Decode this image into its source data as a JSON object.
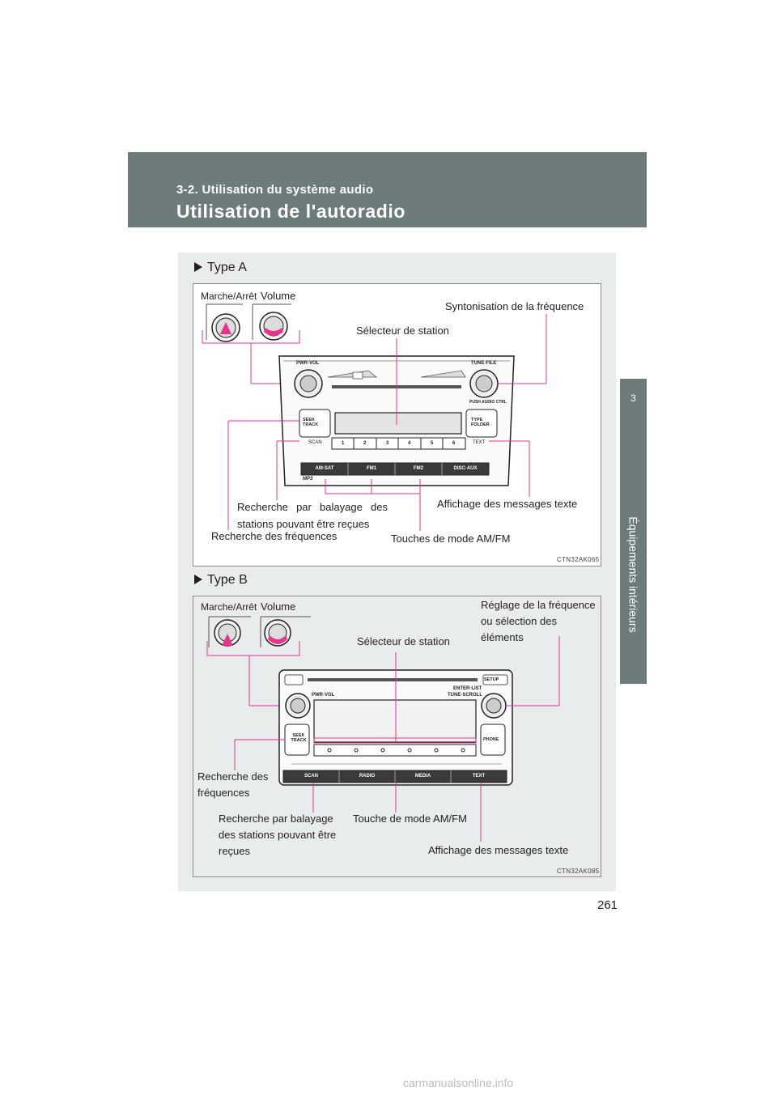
{
  "header": {
    "section": "3-2. Utilisation du système audio",
    "title": "Utilisation de l'autoradio"
  },
  "side_tab": {
    "number": "3",
    "label": "Équipements intérieurs"
  },
  "type_a": {
    "label": "Type A",
    "callouts": {
      "power": "Marche/Arrêt",
      "volume": "Volume",
      "tune": "Syntonisation de la fréquence",
      "preset": "Sélecteur de station",
      "scan": "Recherche par balayage des stations pouvant être reçues",
      "seek": "Recherche des fréquences",
      "mode": "Touches de mode AM/FM",
      "text": "Affichage des messages texte"
    },
    "panel": {
      "pwr_vol": "PWR·VOL",
      "tune_file": "TUNE·FILE",
      "seek_track": "SEEK TRACK",
      "type_folder": "TYPE FOLDER",
      "scan": "SCAN",
      "text": "TEXT",
      "presets": [
        "1",
        "2",
        "3",
        "4",
        "5",
        "6"
      ],
      "modes": [
        "AM·SAT",
        "FM1",
        "FM2",
        "DISC·AUX"
      ],
      "mp3": "MP3",
      "audio_ctrl": "PUSH AUDIO CTRL"
    },
    "code": "CTN32AK065"
  },
  "type_b": {
    "label": "Type B",
    "callouts": {
      "power": "Marche/Arrêt",
      "volume": "Volume",
      "tune": "Réglage de la fréquence ou sélection des éléments",
      "preset": "Sélecteur de station",
      "seek": "Recherche des fréquences",
      "scan": "Recherche par balayage des stations pouvant être reçues",
      "mode": "Touche de mode AM/FM",
      "text": "Affichage des messages texte"
    },
    "panel": {
      "setup": "SETUP",
      "pwr_vol": "PWR·VOL",
      "enter_list": "ENTER·LIST",
      "tune_scroll": "TUNE·SCROLL",
      "seek_track": "SEEK TRACK",
      "phone": "PHONE",
      "modes": [
        "SCAN",
        "RADIO",
        "MEDIA",
        "TEXT"
      ]
    },
    "code": "CTN32AK085"
  },
  "page_number": "261",
  "watermark": "carmanualsonline.info",
  "colors": {
    "header_bg": "#6e7b7b",
    "content_bg": "#e9ecec",
    "leader_line": "#e8338c"
  }
}
